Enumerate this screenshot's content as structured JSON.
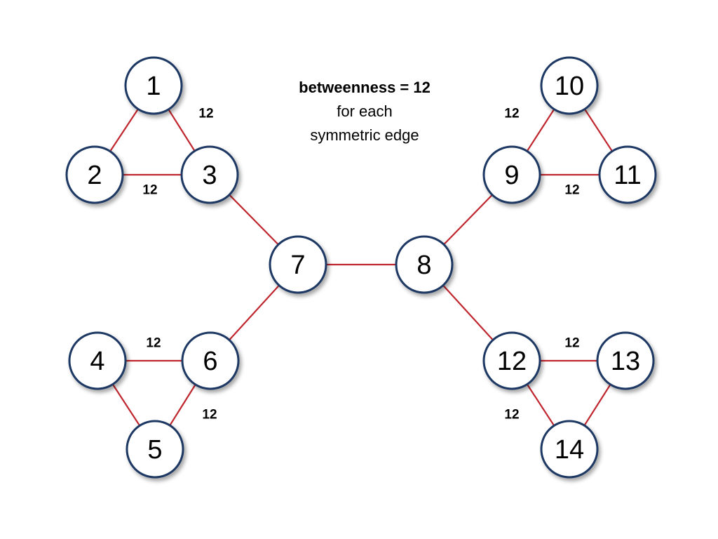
{
  "caption": {
    "line1": "betweenness = 12",
    "line2": "for each",
    "line3": "symmetric edge"
  },
  "colors": {
    "edge": "#c0262e",
    "node_border": "#1f3864",
    "node_fill": "#ffffff"
  },
  "nodes": [
    "1",
    "2",
    "3",
    "4",
    "5",
    "6",
    "7",
    "8",
    "9",
    "10",
    "11",
    "12",
    "13",
    "14"
  ],
  "edges": [
    [
      "1",
      "2"
    ],
    [
      "1",
      "3"
    ],
    [
      "2",
      "3"
    ],
    [
      "3",
      "7"
    ],
    [
      "4",
      "6"
    ],
    [
      "4",
      "5"
    ],
    [
      "5",
      "6"
    ],
    [
      "6",
      "7"
    ],
    [
      "7",
      "8"
    ],
    [
      "8",
      "9"
    ],
    [
      "9",
      "10"
    ],
    [
      "9",
      "11"
    ],
    [
      "10",
      "11"
    ],
    [
      "8",
      "12"
    ],
    [
      "12",
      "13"
    ],
    [
      "12",
      "14"
    ],
    [
      "13",
      "14"
    ]
  ],
  "edge_labels": [
    {
      "edge": [
        "1",
        "3"
      ],
      "text": "12"
    },
    {
      "edge": [
        "2",
        "3"
      ],
      "text": "12"
    },
    {
      "edge": [
        "4",
        "6"
      ],
      "text": "12"
    },
    {
      "edge": [
        "5",
        "6"
      ],
      "text": "12"
    },
    {
      "edge": [
        "9",
        "10"
      ],
      "text": "12"
    },
    {
      "edge": [
        "9",
        "11"
      ],
      "text": "12"
    },
    {
      "edge": [
        "12",
        "13"
      ],
      "text": "12"
    },
    {
      "edge": [
        "12",
        "14"
      ],
      "text": "12"
    }
  ]
}
